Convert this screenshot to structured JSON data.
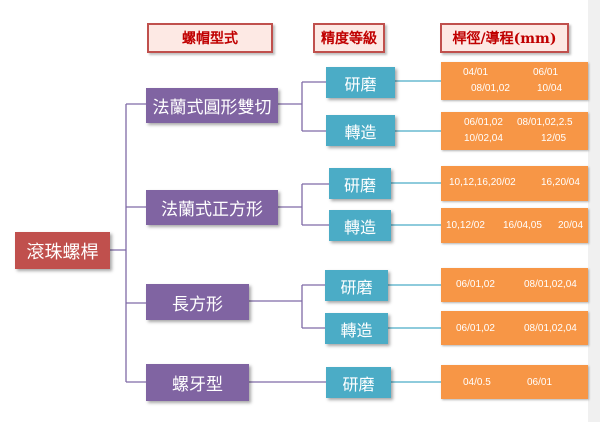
{
  "headers": {
    "type": "螺帽型式",
    "grade": "精度等級",
    "spec": "桿徑/導程(mm)"
  },
  "root": "滾珠螺桿",
  "types": [
    "法蘭式圓形雙切",
    "法蘭式正方形",
    "長方形",
    "螺牙型"
  ],
  "grades": [
    "研磨",
    "轉造",
    "研磨",
    "轉造",
    "研磨",
    "轉造",
    "研磨"
  ],
  "specs": [
    [
      "04/01",
      "06/01",
      "08/01,02",
      "10/04"
    ],
    [
      "06/01,02",
      "08/01,02,2.5",
      "10/02,04",
      "12/05"
    ],
    [
      "10,12,16,20/02",
      "16,20/04"
    ],
    [
      "10,12/02",
      "16/04,05",
      "20/04"
    ],
    [
      "06/01,02",
      "08/01,02,04"
    ],
    [
      "06/01,02",
      "08/01,02,04"
    ],
    [
      "04/0.5",
      "06/01"
    ]
  ],
  "colors": {
    "root": "#c0504d",
    "type": "#8064a2",
    "grade": "#4bacc6",
    "spec": "#f79646",
    "header_fill": "#fde9e4",
    "header_text": "#c00000",
    "connector": "#7f6aa6"
  }
}
